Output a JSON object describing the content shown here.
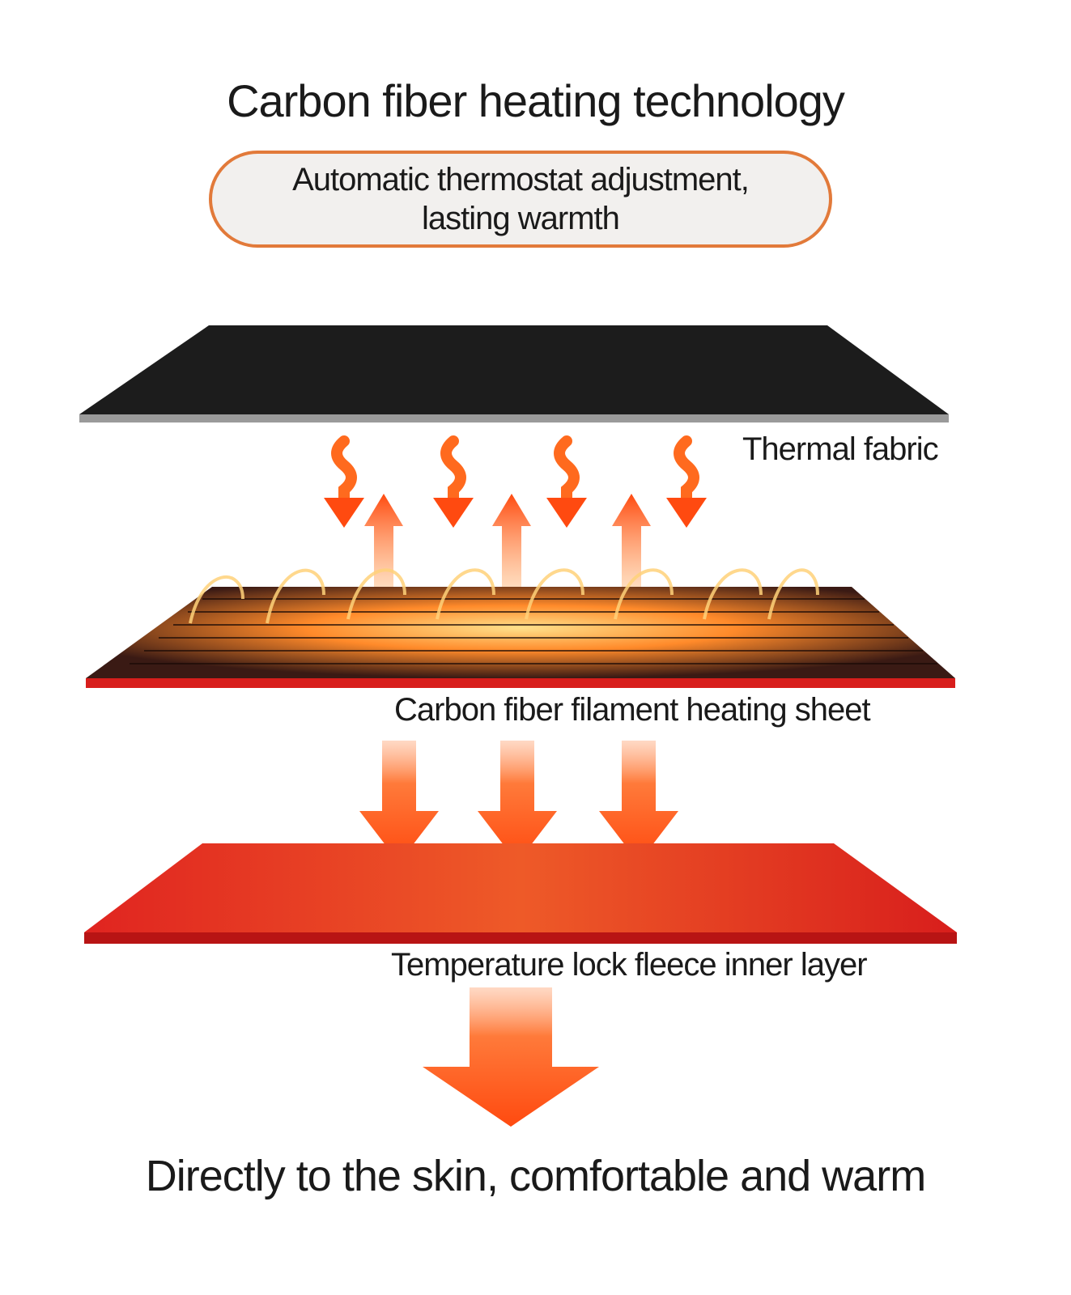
{
  "title": "Carbon fiber heating technology",
  "subtitle": {
    "line1": "Automatic thermostat adjustment,",
    "line2": "lasting warmth"
  },
  "layers": [
    {
      "label": "Thermal fabric"
    },
    {
      "label": "Carbon fiber filament heating sheet"
    },
    {
      "label": "Temperature lock fleece inner layer"
    }
  ],
  "footer": "Directly to the skin, comfortable and warm",
  "colors": {
    "accent_border": "#e27a3a",
    "pill_fill": "#f2f0ee",
    "fabric": "#1c1c1c",
    "heating_sheet": "#2a1a16",
    "fleece": "#d8201e",
    "arrow": "#ff5a14"
  }
}
